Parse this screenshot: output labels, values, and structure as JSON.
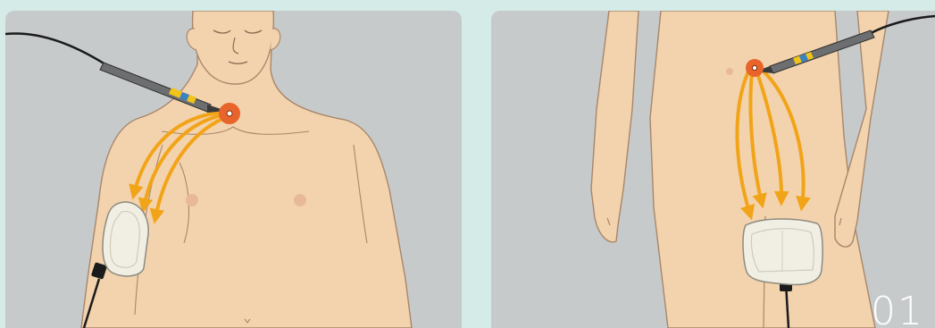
{
  "figure": {
    "number": "01"
  },
  "panels": [
    {
      "id": "left",
      "subject": "shoulder-placement",
      "pad_location": "upper-arm"
    },
    {
      "id": "right",
      "subject": "hip-placement",
      "pad_location": "thigh"
    }
  ],
  "colors": {
    "background": "#d4ebe7",
    "panel": "#c7cacb",
    "skin": "#f3d3ad",
    "skin_outline": "#a8866a",
    "arrow": "#f2a419",
    "electrode_tip": "#e8642a",
    "pad": "#f1efe4",
    "cable": "#1b1b1b"
  },
  "icons": [
    "electrosurgical-pencil-icon",
    "return-electrode-pad-icon",
    "current-path-arrow-icon"
  ]
}
